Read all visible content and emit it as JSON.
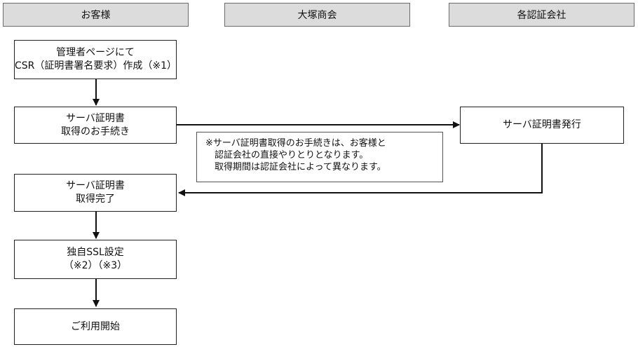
{
  "columns": [
    {
      "label": "お客様"
    },
    {
      "label": "大塚商会"
    },
    {
      "label": "各認証会社"
    }
  ],
  "steps": {
    "create_csr": [
      "管理者ページにて",
      "CSR（証明書署名要求）作成（※1）"
    ],
    "apply": [
      "サーバ証明書",
      "取得のお手続き"
    ],
    "issue": [
      "サーバ証明書発行"
    ],
    "acquired": [
      "サーバ証明書",
      "取得完了"
    ],
    "ssl_setup": [
      "独自SSL設定",
      "（※2）（※3）"
    ],
    "start_use": [
      "ご利用開始"
    ]
  },
  "note": {
    "lines": [
      "※サーバ証明書取得のお手続きは、お客様と",
      "　認証会社の直接やりとりとなります。",
      "　取得期間は認証会社によって異なります。"
    ]
  },
  "colors": {
    "header_fill": "#dcdcdc",
    "header_border": "#6b6b6b",
    "box_border": "#222222",
    "arrow": "#111111"
  }
}
